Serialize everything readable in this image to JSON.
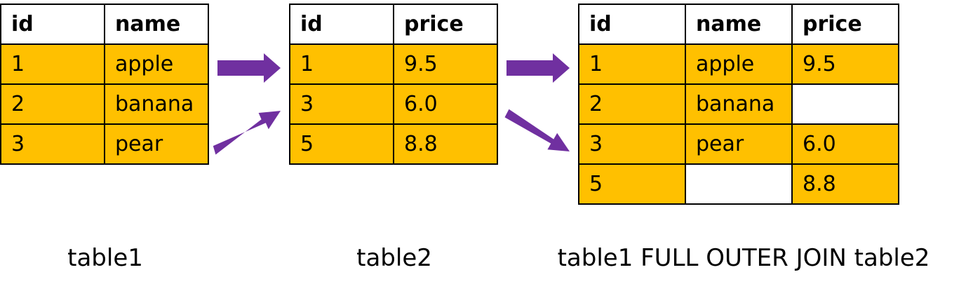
{
  "table1": {
    "caption": "table1",
    "headers": [
      "id",
      "name"
    ],
    "rows": [
      [
        "1",
        "apple"
      ],
      [
        "2",
        "banana"
      ],
      [
        "3",
        "pear"
      ]
    ]
  },
  "table2": {
    "caption": "table2",
    "headers": [
      "id",
      "price"
    ],
    "rows": [
      [
        "1",
        "9.5"
      ],
      [
        "3",
        "6.0"
      ],
      [
        "5",
        "8.8"
      ]
    ]
  },
  "result": {
    "caption": "table1 FULL OUTER JOIN table2",
    "headers": [
      "id",
      "name",
      "price"
    ],
    "rows": [
      [
        "1",
        "apple",
        "9.5"
      ],
      [
        "2",
        "banana",
        ""
      ],
      [
        "3",
        "pear",
        "6.0"
      ],
      [
        "5",
        "",
        "8.8"
      ]
    ]
  },
  "colors": {
    "fill": "#ffc000",
    "empty": "#ffffff",
    "arrow": "#7030a0",
    "border": "#000000"
  }
}
